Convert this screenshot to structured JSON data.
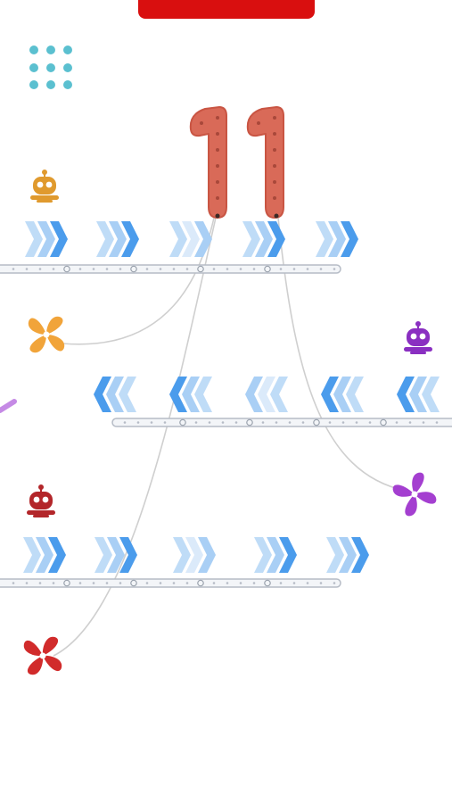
{
  "level": {
    "number": "11"
  },
  "colors": {
    "top_bar": "#d90f0f",
    "menu_dots": "#5bc0d0",
    "digit_fill": "#d96a58",
    "digit_stroke": "#c95543",
    "arrow_light": "#a9cff5",
    "arrow_dark": "#4b9cec",
    "conveyor_rail": "#c2c8d1",
    "rope": "#cfcfcf",
    "orange": "#f1a43a",
    "purple": "#8a2fc1",
    "red": "#c4282b",
    "magenta": "#a43fd0"
  },
  "icons": {
    "menu": "grid-dots-icon",
    "robot": "robot-icon",
    "fan": "fan-icon"
  },
  "conveyors": [
    {
      "name": "conveyor-top",
      "direction": "right"
    },
    {
      "name": "conveyor-middle",
      "direction": "left"
    },
    {
      "name": "conveyor-bottom",
      "direction": "right"
    }
  ]
}
